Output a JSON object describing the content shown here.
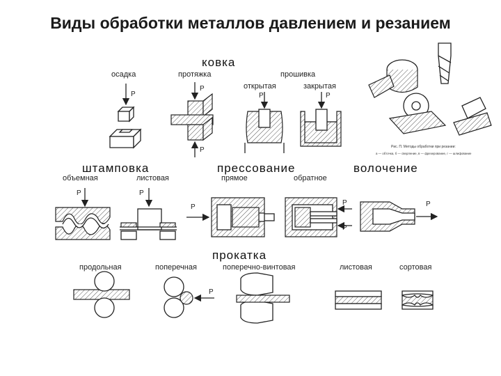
{
  "title": "Виды обработки металлов давлением и резанием",
  "sections": {
    "forging": {
      "title": "ковка",
      "upsetting": "осадка",
      "drawing_out": "протяжка",
      "piercing": "прошивка",
      "open": "открытая",
      "closed": "закрытая"
    },
    "stamping": {
      "title": "штамповка",
      "volume": "объемная",
      "sheet": "листовая"
    },
    "pressing": {
      "title": "прессование",
      "direct": "прямое",
      "reverse": "обратное"
    },
    "wire_drawing": {
      "title": "волочение"
    },
    "rolling": {
      "title": "прокатка",
      "longitudinal": "продольная",
      "transverse": "поперечная",
      "screw": "поперечно-винтовая",
      "sheet": "листовая",
      "section": "сортовая"
    }
  },
  "force_label": "P",
  "cutting_caption": {
    "line1": "Рис. П. Методы обработки при резании:",
    "line2": "а — обточка, б — сверление, в — фрезерование, г — шлифование"
  }
}
